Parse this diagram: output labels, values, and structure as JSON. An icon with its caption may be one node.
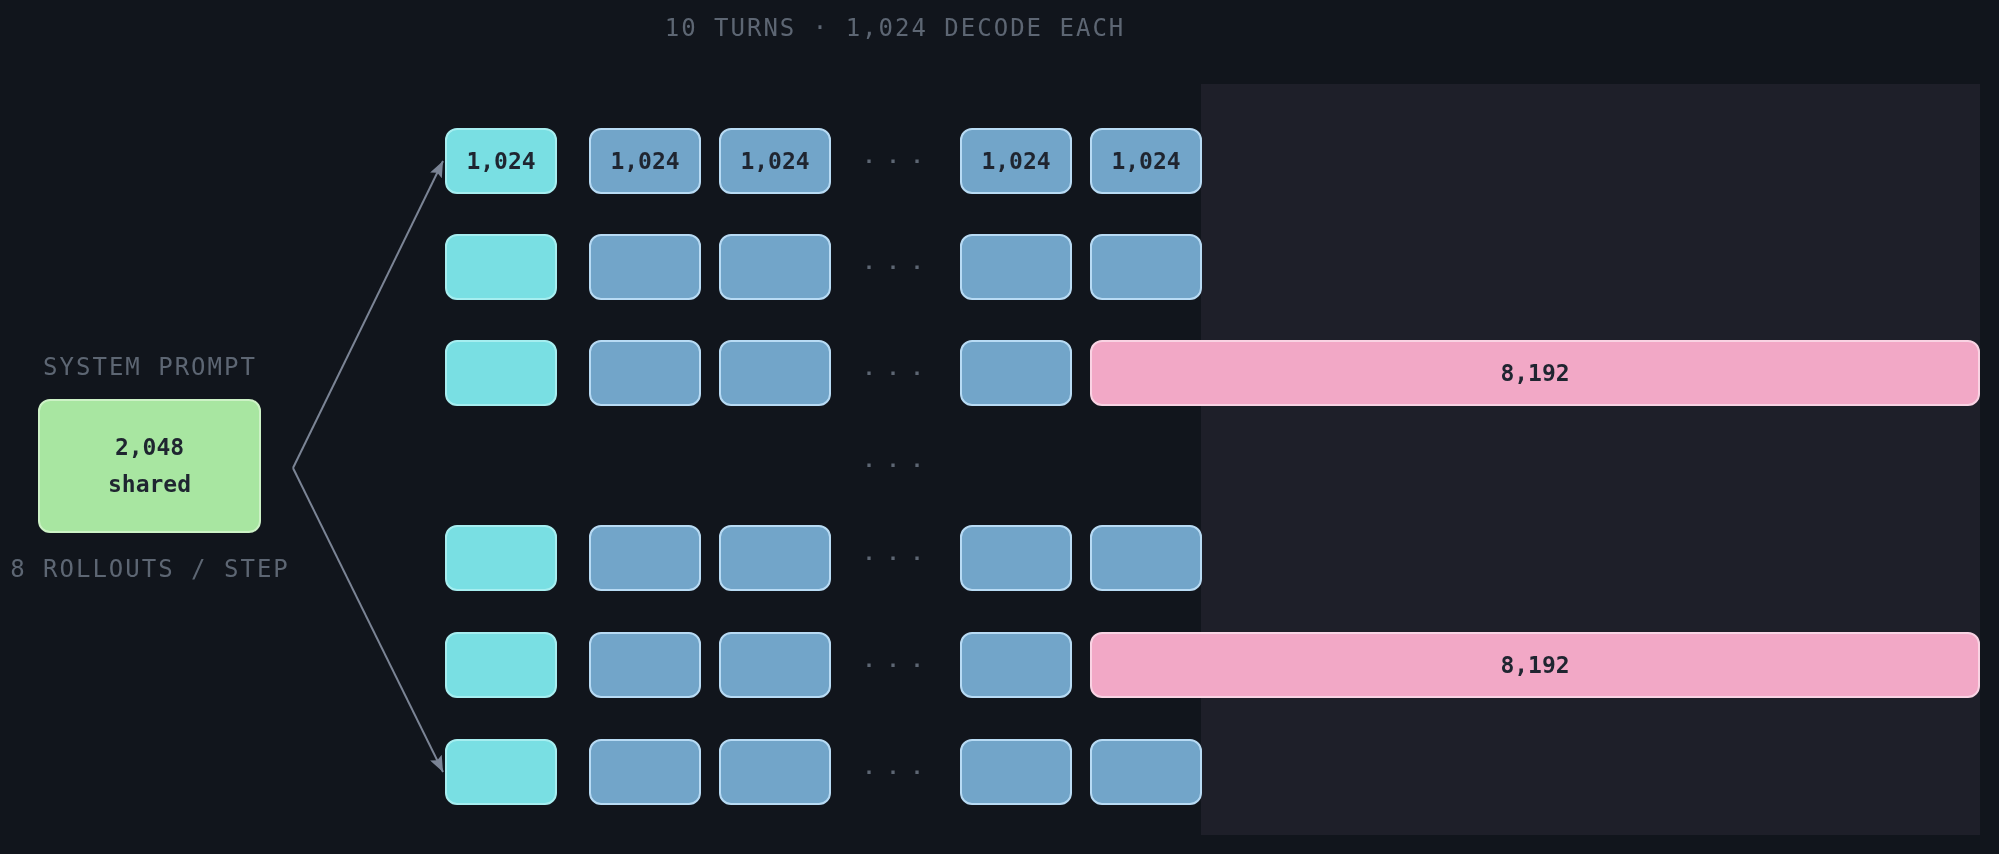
{
  "diagram": {
    "title": "10 TURNS · 1,024 DECODE EACH",
    "nodes": [
      {
        "text": [
          "SYSTEM PROMPT",
          "2,048 shared"
        ],
        "beside": [
          "8 ROLLOUTS / STEP"
        ]
      },
      {
        "text": [
          "1,024"
        ]
      },
      {
        "text": [
          "1,024"
        ]
      },
      {
        "text": [
          "1,024"
        ]
      },
      {
        "text": [
          "1,024"
        ]
      },
      {
        "text": [
          "1,024"
        ]
      },
      {
        "text": [],
        "shape": "box"
      },
      {
        "text": [],
        "shape": "box"
      },
      {
        "text": [],
        "shape": "box"
      },
      {
        "text": [],
        "shape": "box"
      },
      {
        "text": [],
        "shape": "box"
      },
      {
        "text": [],
        "shape": "box"
      },
      {
        "text": [],
        "shape": "box"
      },
      {
        "text": [],
        "shape": "box"
      },
      {
        "text": [],
        "shape": "box"
      },
      {
        "text": [
          "8,192"
        ]
      },
      {
        "text": [],
        "shape": "box"
      },
      {
        "text": [],
        "shape": "box"
      },
      {
        "text": [],
        "shape": "box"
      },
      {
        "text": [],
        "shape": "box"
      },
      {
        "text": [],
        "shape": "box"
      },
      {
        "text": [],
        "shape": "box"
      },
      {
        "text": [],
        "shape": "box"
      },
      {
        "text": [],
        "shape": "box"
      },
      {
        "text": [],
        "shape": "box"
      },
      {
        "text": [
          "8,192"
        ]
      },
      {
        "text": [],
        "shape": "box"
      },
      {
        "text": [],
        "shape": "box"
      },
      {
        "text": [],
        "shape": "box"
      },
      {
        "text": [],
        "shape": "box"
      },
      {
        "text": [],
        "shape": "box"
      }
    ],
    "edges": [
      {
        "from": 0,
        "to": 1,
        "arrow": "to"
      },
      {
        "from": 0,
        "to": 26,
        "arrow": "to"
      }
    ],
    "labels": [
      "· · ·",
      "· · ·",
      "· · ·",
      "· · ·",
      "· · ·",
      "· · ·",
      "· · ·"
    ]
  }
}
